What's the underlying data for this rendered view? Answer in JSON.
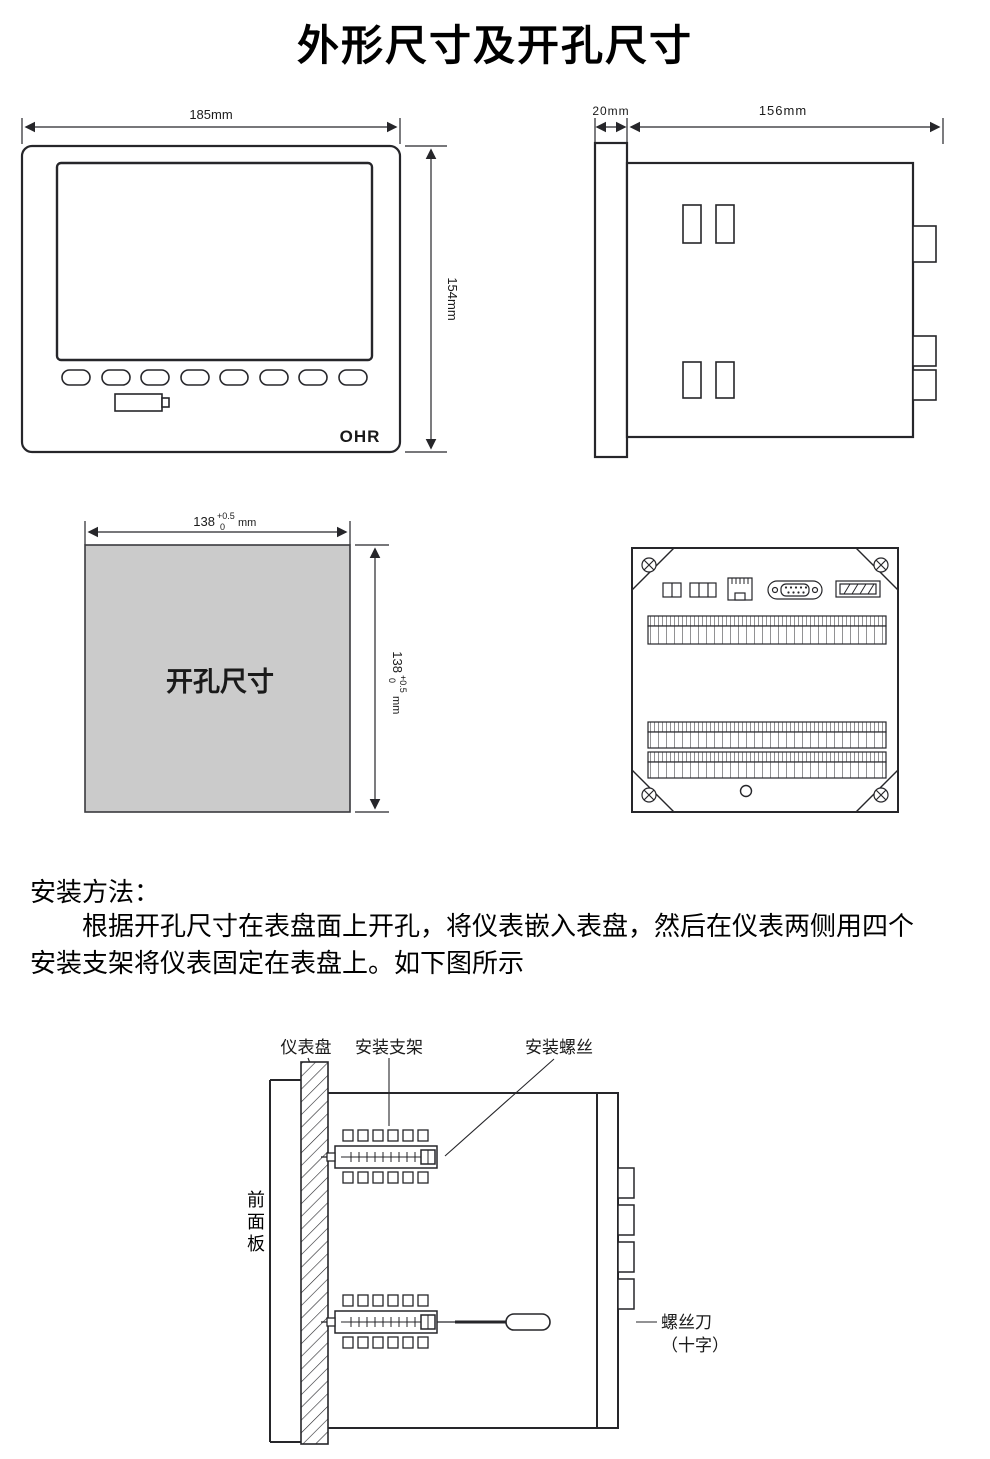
{
  "title": "外形尺寸及开孔尺寸",
  "colors": {
    "line": "#26262a",
    "cutout_fill": "#cbcbcb"
  },
  "front_view": {
    "width": "185mm",
    "height": "154mm",
    "logo": "OHR"
  },
  "side_view": {
    "depth": "20mm",
    "length": "156mm"
  },
  "cutout": {
    "label": "开孔尺寸",
    "dim_value": "138",
    "dim_tol_upper": "+0.5",
    "dim_tol_lower": "0",
    "dim_unit": "mm"
  },
  "install": {
    "heading": "安装方法：",
    "body": "根据开孔尺寸在表盘面上开孔，将仪表嵌入表盘，然后在仪表两侧用四个安装支架将仪表固定在表盘上。如下图所示",
    "labels": {
      "panel": "仪表盘",
      "bracket": "安装支架",
      "screws": "安装螺丝",
      "front_panel": "前面板",
      "screwdriver": "螺丝刀",
      "screwdriver_type": "（十字）"
    }
  }
}
